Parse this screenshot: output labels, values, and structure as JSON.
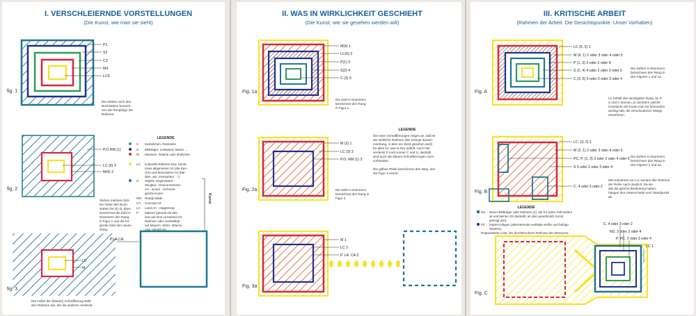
{
  "colors": {
    "blue": "#1e7590",
    "green": "#2e9c57",
    "yellow": "#f5e32a",
    "red": "#d8263d",
    "navy": "#1e2f8c",
    "page": "#ffffff",
    "title": "#1a5e9a"
  },
  "panel1": {
    "title": "I. VERSCHLEIERNDE VORSTELLUNGEN",
    "subtitle": "(Die Kunst, wie man sie sieht)",
    "fig1": {
      "label": "fig. 1",
      "items": [
        "P1",
        "S2",
        "C3",
        "M4",
        "LC5"
      ],
      "caption": [
        "Die Zahlen nach den",
        "Buchstaben bezeich-",
        "nen die Rangfolge der",
        "Rahmen."
      ]
    },
    "fig2": {
      "label": "fig. 2",
      "items": [
        "P.O.RM (1)",
        "LC (5) 3",
        "M(4) 2"
      ],
      "caption": [
        "Stehen mehrere Zah-",
        "len hinter den Buch-",
        "staben [M (4) 2], dann",
        "bezeichnet die Zahl in",
        "Klammern den Rang",
        "in Figur 1 und die fol-",
        "gende Zahl den neuen",
        "Rang."
      ]
    },
    "legend": {
      "title": "LEGENDE",
      "items": [
        {
          "code": "C",
          "text": "Keilrahmen, Rückseite"
        },
        {
          "code": "S",
          "text": "Bildträger: Leinwand, Mauer ..."
        },
        {
          "code": "M",
          "text": "Museum, Galerie oder ähnliches"
        },
        {
          "code": "LC",
          "text": [
            "kulturelle Rahmen bzw. Kennt-",
            "nisse allgemeiner Art (die Epo-",
            "che) und besonderer Art (Me-",
            "dien, wie „Fernsehen ...\")"
          ]
        },
        {
          "code": "O",
          "text": [
            "Objekt, Gegenstand -",
            "Skulptur - Environnement -",
            "Art - innere - technolo-",
            "gische Kunst -"
          ]
        },
        {
          "code": "RM",
          "text": "Ready Made"
        },
        {
          "code": "CA",
          "text": "Concept Art"
        },
        {
          "code": "LA",
          "text": "Land Art - Happening"
        },
        {
          "code": "P",
          "text": [
            "Malerei (gemalt als das,",
            "was auf eine Leinwand mit",
            "Rahmen oder unmittelbar",
            "auf Mauern, Strinc, Bäume",
            "usw. gemalt ist)"
          ]
        }
      ],
      "side": "Kunst"
    },
    "fig3": {
      "label": "fig. 3",
      "items": [
        "P.LA.CA.",
        "LC",
        "M"
      ],
      "caption": [
        "Die Farbe der (blauen) Schraffierung stellt",
        "den Rahmen dar, der die anderen verdeckt."
      ]
    }
  },
  "panel2": {
    "title": "II. WAS IN WIRKLICHKEIT GESCHIEHT",
    "subtitle": "(Die Kunst, wie sie gesehen werden will)",
    "fig1a": {
      "label": "Fig. 1a",
      "items": [
        "M(4) 1",
        "LC(5) 2",
        "P(1) 3",
        "S(2) 4",
        "C (3) 5"
      ],
      "caption": [
        "Die Zahl in Klammern",
        "bezeichnet den Rang",
        "in Figur 1."
      ]
    },
    "legend": {
      "title": "LEGENDE",
      "text": [
        "Die roten Schraffierungen zeigen an, daß M",
        "der wirkliche Rahmen (der einzige Zusam-",
        "menhang, in dem ein Werk gesehen wird)",
        "für alles ist, was in ihm auftritt. Auch hier",
        "verdeckt P noch immer C und S, deshalb",
        "sind auch die blauen Schraffierungen noch",
        "vorhanden.",
        "",
        "Die gelben Pfeile bezeichnen den Weg, den",
        "die Figur 3 nimmt."
      ]
    },
    "fig2a": {
      "label": "Fig. 2a",
      "items": [
        "M (2) 1",
        "LC (3) 2",
        "P.O. RM (1) 3"
      ],
      "caption": [
        "Die Zahl in Klammern",
        "bezeichnet den Rang in",
        "Figur 2."
      ]
    },
    "fig3a": {
      "label": "Fig. 3a",
      "items": [
        "M 1",
        "LC 2",
        "P. LA. CA 3"
      ]
    }
  },
  "panel3": {
    "title": "III. KRITISCHE ARBEIT",
    "subtitle": "(Rahmen der Arbeit. Die Gesichtspunkte. Unser Vorhaben)",
    "figA": {
      "label": "Fig. A",
      "items": [
        "LC (5, 2) 1",
        "M (4, 1) 2 oder 3 oder 4 oder 5",
        "P (1, 3) 3 oder 2 oder 4",
        "S (2, 4) 4 oder 2 oder 3 oder 5",
        "C (3, 5) 5 oder 2 oder 3 oder 4"
      ],
      "caption1": [
        "Die Zahlen in Klammern",
        "bezeichnen den Rang in",
        "den Figuren 1 und 1a."
      ],
      "caption2": [
        "LC behält den wichtigsten Rang. M, P,",
        "S und C können, je nachdem welche",
        "Konstante der Kunst man für besonders",
        "wichtig hält, die verschiedenen Ränge",
        "einnehmen."
      ]
    },
    "figB": {
      "label": "Fig. B",
      "items": [
        "LC. (3, 2) 1",
        "M (2, 1) 2 oder 3 oder 4 oder 5",
        "PC. P. (1, 3) 3 oder 2 oder 4 oder 5",
        "S 5 oder 2 oder 3 oder 4",
        "C. 4 oder 3 oder 2"
      ],
      "caption1": [
        "Die Zahlen in Klammern",
        "bezeichnen den Rang in",
        "den Figuren 2 und 2a."
      ],
      "caption2": [
        "Mit Ausnahme von LC werden alle Rahmen",
        "der Reihe nach deutlich. Da sie",
        "alle die gleiche Bedeutung haben,",
        "hängen ihre Unterschiede vom Standpunkt",
        "ab."
      ]
    },
    "legend": {
      "title": "LEGENDE",
      "items": [
        {
          "code": "NS :",
          "text": [
            "Neuer Bildträger oder Rahmen (x), der für jeden Fall anders",
            "ist und keinen Ort darstellt, an dem gewöhnlich Kunst",
            "gezeigt wird."
          ]
        },
        {
          "code": "PC :",
          "text": [
            "Papiercollagen (alternierende vertikale weiße und farbige",
            "Streifen)."
          ]
        }
      ],
      "note": "Rotpunktierte Linie: der durchbrochene Rahmen des Museums."
    },
    "figC": {
      "label": "Fig. C",
      "items": [
        "C. 4 oder 3 oder 2",
        "NS. 3 oder 2 oder 4",
        "P. PC. 2 oder 3 oder 4",
        "LC 1"
      ]
    }
  }
}
